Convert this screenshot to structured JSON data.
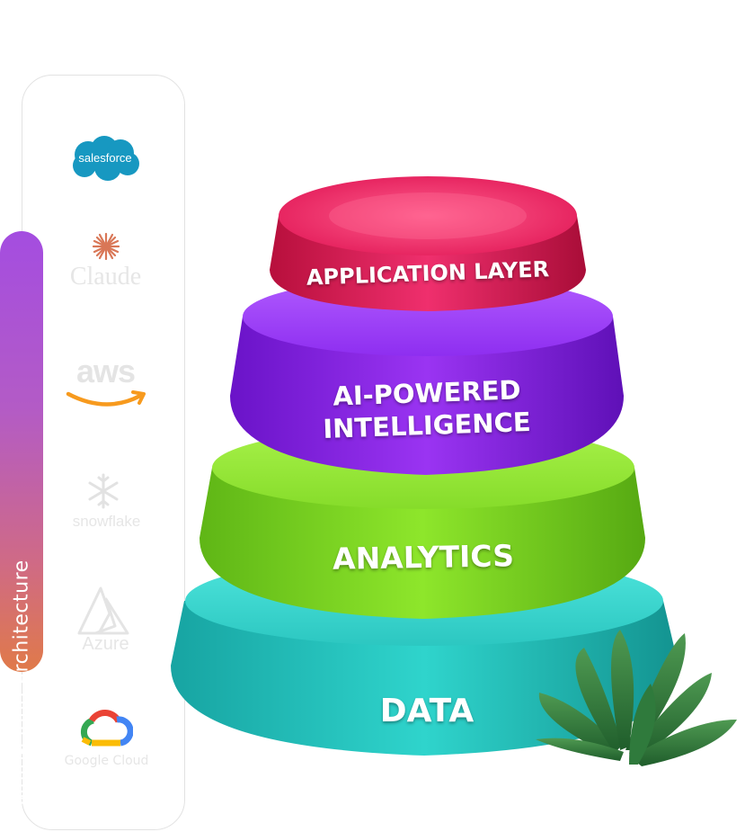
{
  "sidebar": {
    "title": "Multi-cloud architecture",
    "logos": {
      "salesforce": "salesforce",
      "claude": "Claude",
      "aws": "aws",
      "snowflake": "snowflake",
      "azure": "Azure",
      "google_cloud": "Google Cloud"
    }
  },
  "stack": {
    "application": "APPLICATION LAYER",
    "ai_line1": "AI-POWERED",
    "ai_line2": "INTELLIGENCE",
    "analytics": "ANALYTICS",
    "data": "DATA"
  },
  "icons": [
    "salesforce-logo-icon",
    "claude-logo-icon",
    "aws-logo-icon",
    "snowflake-logo-icon",
    "azure-logo-icon",
    "google-cloud-logo-icon",
    "plant-icon"
  ],
  "colors": {
    "application": "#e0185a",
    "ai": "#8a22e6",
    "analytics": "#7ed321",
    "data": "#25c7c1",
    "pill_top": "#a44de0",
    "pill_bottom": "#e07a49",
    "salesforce": "#1798c1"
  }
}
